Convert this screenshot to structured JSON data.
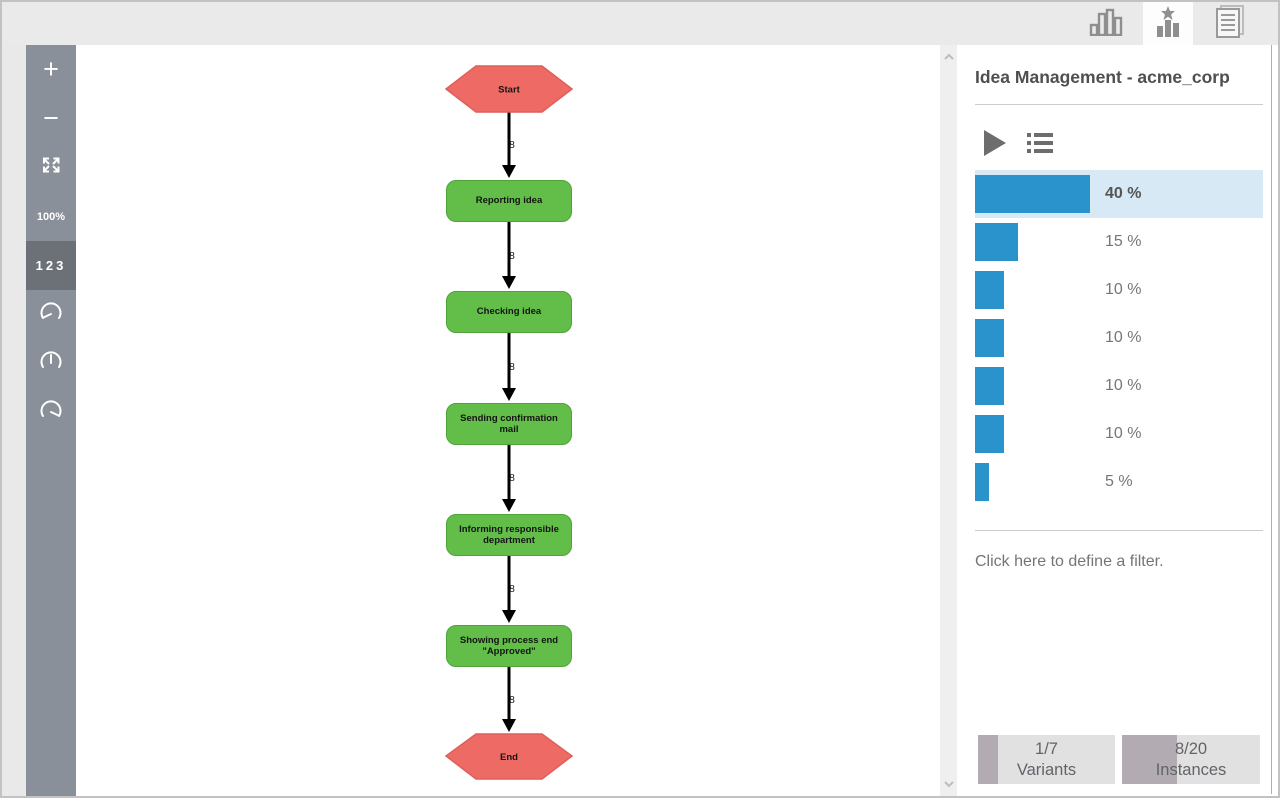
{
  "topbar": {
    "tabs": [
      {
        "id": "statistics",
        "icon": "bar-chart-icon",
        "selected": false
      },
      {
        "id": "variants",
        "icon": "star-chart-icon",
        "selected": true
      },
      {
        "id": "cases",
        "icon": "documents-icon",
        "selected": false
      }
    ]
  },
  "toolbar": {
    "zoom_in_label": "+",
    "zoom_out_label": "−",
    "zoom_level": "100%",
    "counts_label": "123"
  },
  "flow": {
    "edge_frequency": "8",
    "nodes": [
      {
        "id": "start",
        "label": "Start",
        "shape": "hexagon",
        "color": "#ee6b65"
      },
      {
        "id": "reporting-idea",
        "label": "Reporting idea",
        "shape": "rect",
        "color": "#62be48"
      },
      {
        "id": "checking-idea",
        "label": "Checking idea",
        "shape": "rect",
        "color": "#62be48"
      },
      {
        "id": "sending-confirmation-mail",
        "label": "Sending confirmation mail",
        "shape": "rect",
        "color": "#62be48"
      },
      {
        "id": "informing-responsible-department",
        "label": "Informing responsible department",
        "shape": "rect",
        "color": "#62be48"
      },
      {
        "id": "showing-process-end-approved",
        "label": "Showing process end \"Approved\"",
        "shape": "rect",
        "color": "#62be48"
      },
      {
        "id": "end",
        "label": "End",
        "shape": "hexagon",
        "color": "#ee6b65"
      }
    ]
  },
  "panel": {
    "title": "Idea Management - acme_corp",
    "variants": [
      {
        "pct": 40,
        "label": "40 %",
        "selected": true
      },
      {
        "pct": 15,
        "label": "15 %",
        "selected": false
      },
      {
        "pct": 10,
        "label": "10 %",
        "selected": false
      },
      {
        "pct": 10,
        "label": "10 %",
        "selected": false
      },
      {
        "pct": 10,
        "label": "10 %",
        "selected": false
      },
      {
        "pct": 10,
        "label": "10 %",
        "selected": false
      },
      {
        "pct": 5,
        "label": "5 %",
        "selected": false
      }
    ],
    "filter_prompt": "Click here to define a filter.",
    "summary": {
      "variants": {
        "value": "1/7",
        "label": "Variants",
        "fraction": 0.1429
      },
      "instances": {
        "value": "8/20",
        "label": "Instances",
        "fraction": 0.4
      }
    }
  },
  "colors": {
    "accent_blue": "#2b93cb",
    "selected_row_bg": "#d6e9f5",
    "node_green": "#62be48",
    "node_red": "#ee6b65",
    "toolbar_gray": "#8a9099"
  }
}
